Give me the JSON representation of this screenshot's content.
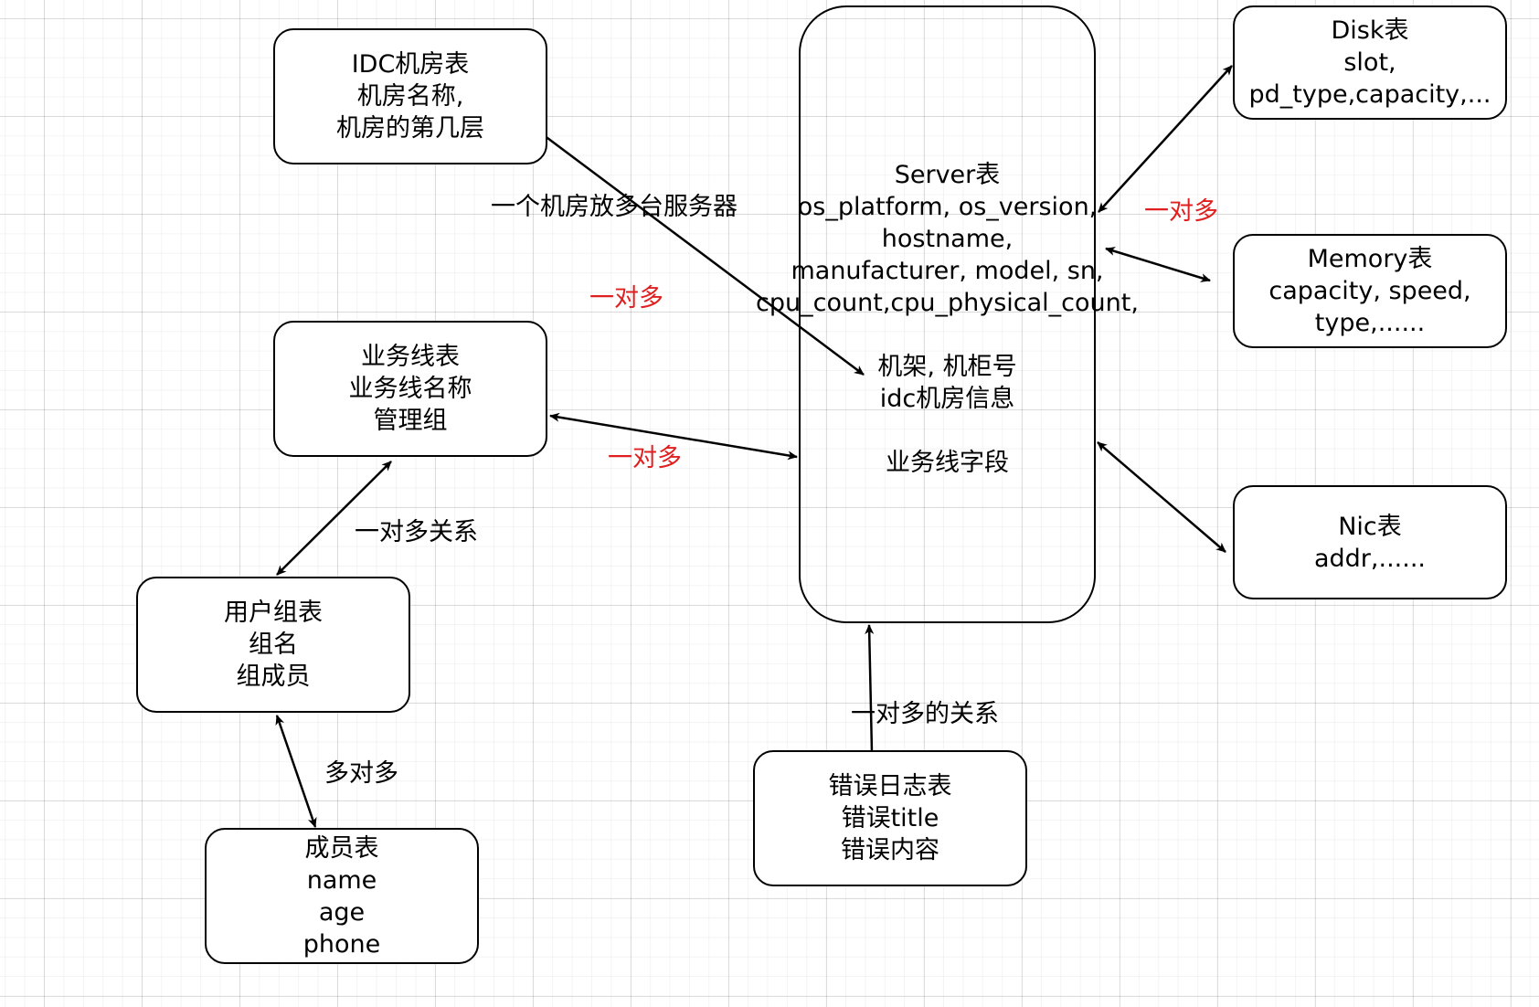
{
  "colors": {
    "stroke": "#000000",
    "text": "#000000",
    "relation_red": "#e02020",
    "grid": "#d9d9d9",
    "background": "#ffffff"
  },
  "nodes": {
    "idc": {
      "lines": [
        "IDC机房表",
        "机房名称,",
        "机房的第几层"
      ]
    },
    "business": {
      "lines": [
        "业务线表",
        "业务线名称",
        "管理组"
      ]
    },
    "usergroup": {
      "lines": [
        "用户组表",
        "组名",
        "组成员"
      ]
    },
    "member": {
      "lines": [
        "成员表",
        "name",
        "age",
        "phone"
      ]
    },
    "server": {
      "lines": [
        "Server表",
        "os_platform, os_version,",
        "hostname,",
        "manufacturer, model, sn,",
        "cpu_count,cpu_physical_count,",
        "",
        "机架, 机柜号",
        "idc机房信息",
        "",
        "业务线字段"
      ]
    },
    "disk": {
      "lines": [
        "Disk表",
        "slot,",
        "pd_type,capacity,..."
      ]
    },
    "memory": {
      "lines": [
        "Memory表",
        "capacity, speed,",
        "type,......"
      ]
    },
    "nic": {
      "lines": [
        "Nic表",
        "addr,......"
      ]
    },
    "errorlog": {
      "lines": [
        "错误日志表",
        "错误title",
        "错误内容"
      ]
    }
  },
  "labels": {
    "idc_server": "一个机房放多台服务器",
    "idc_server_rel": "一对多",
    "business_server": "一对多",
    "business_usergroup": "一对多关系",
    "usergroup_member": "多对多",
    "errorlog_server": "一对多的关系",
    "server_disk": "一对多"
  }
}
